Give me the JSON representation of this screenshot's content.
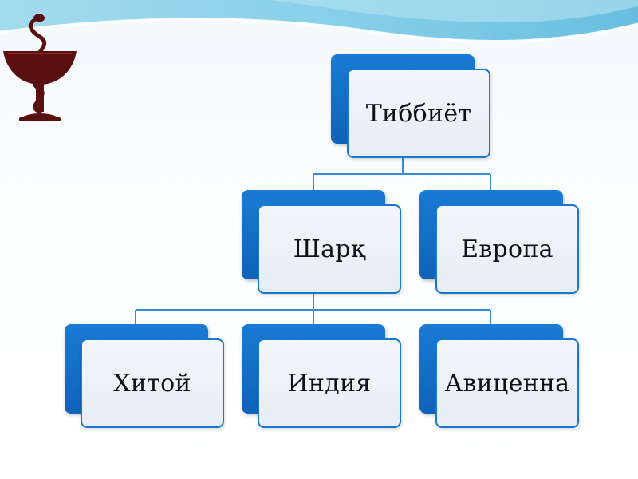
{
  "colors": {
    "accent": "#0e63b8",
    "box_border": "#1a77cf",
    "connector": "#3a8bd6",
    "logo": "#5a1010"
  },
  "icons": {
    "logo": "bowl-of-hygieia-icon"
  },
  "diagram": {
    "root": {
      "label": "Тиббиёт"
    },
    "level2": [
      {
        "label": "Шарқ"
      },
      {
        "label": "Европа"
      }
    ],
    "level3": [
      {
        "label": "Хитой"
      },
      {
        "label": "Индия"
      },
      {
        "label": "Авиценна"
      }
    ]
  }
}
